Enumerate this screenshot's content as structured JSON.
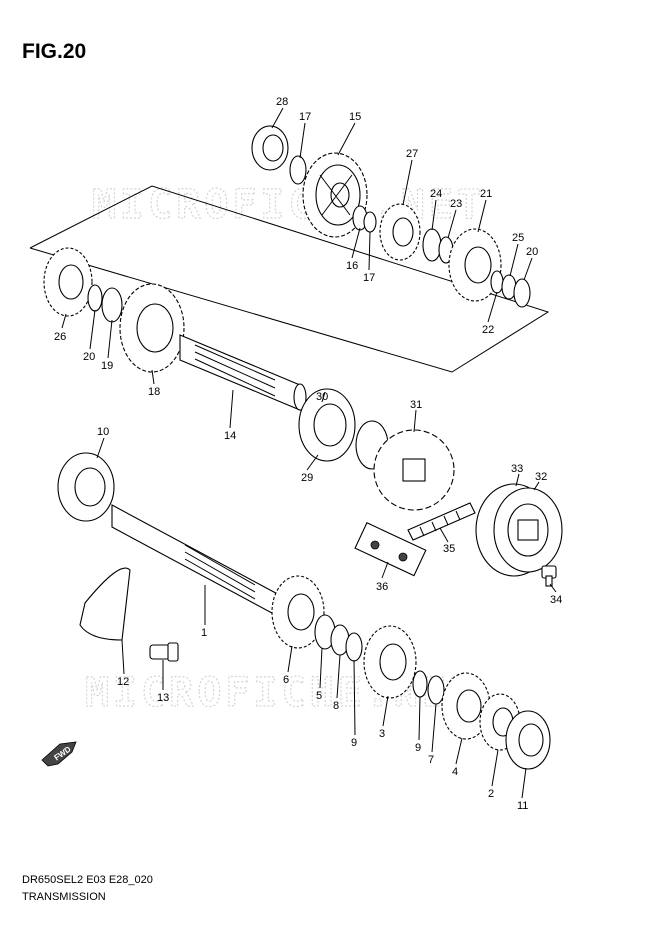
{
  "figure": {
    "title": "FIG.20",
    "model_code": "DR650SEL2 E03 E28_020",
    "section": "TRANSMISSION"
  },
  "watermark": {
    "text": "MICROFICHE.NET",
    "color": "#d4d4d4"
  },
  "fwd_label": "FWD",
  "callouts": [
    {
      "id": "c28",
      "label": "28"
    },
    {
      "id": "c17a",
      "label": "17"
    },
    {
      "id": "c15",
      "label": "15"
    },
    {
      "id": "c27",
      "label": "27"
    },
    {
      "id": "c24",
      "label": "24"
    },
    {
      "id": "c23",
      "label": "23"
    },
    {
      "id": "c21",
      "label": "21"
    },
    {
      "id": "c25",
      "label": "25"
    },
    {
      "id": "c20a",
      "label": "20"
    },
    {
      "id": "c16",
      "label": "16"
    },
    {
      "id": "c17b",
      "label": "17"
    },
    {
      "id": "c22",
      "label": "22"
    },
    {
      "id": "c26",
      "label": "26"
    },
    {
      "id": "c20b",
      "label": "20"
    },
    {
      "id": "c19",
      "label": "19"
    },
    {
      "id": "c18",
      "label": "18"
    },
    {
      "id": "c14",
      "label": "14"
    },
    {
      "id": "c30",
      "label": "30"
    },
    {
      "id": "c31",
      "label": "31"
    },
    {
      "id": "c29",
      "label": "29"
    },
    {
      "id": "c10",
      "label": "10"
    },
    {
      "id": "c33",
      "label": "33"
    },
    {
      "id": "c32",
      "label": "32"
    },
    {
      "id": "c35",
      "label": "35"
    },
    {
      "id": "c36",
      "label": "36"
    },
    {
      "id": "c34",
      "label": "34"
    },
    {
      "id": "c1",
      "label": "1"
    },
    {
      "id": "c12",
      "label": "12"
    },
    {
      "id": "c13",
      "label": "13"
    },
    {
      "id": "c6",
      "label": "6"
    },
    {
      "id": "c5",
      "label": "5"
    },
    {
      "id": "c8",
      "label": "8"
    },
    {
      "id": "c9a",
      "label": "9"
    },
    {
      "id": "c3",
      "label": "3"
    },
    {
      "id": "c9b",
      "label": "9"
    },
    {
      "id": "c7",
      "label": "7"
    },
    {
      "id": "c4",
      "label": "4"
    },
    {
      "id": "c2",
      "label": "2"
    },
    {
      "id": "c11",
      "label": "11"
    }
  ]
}
